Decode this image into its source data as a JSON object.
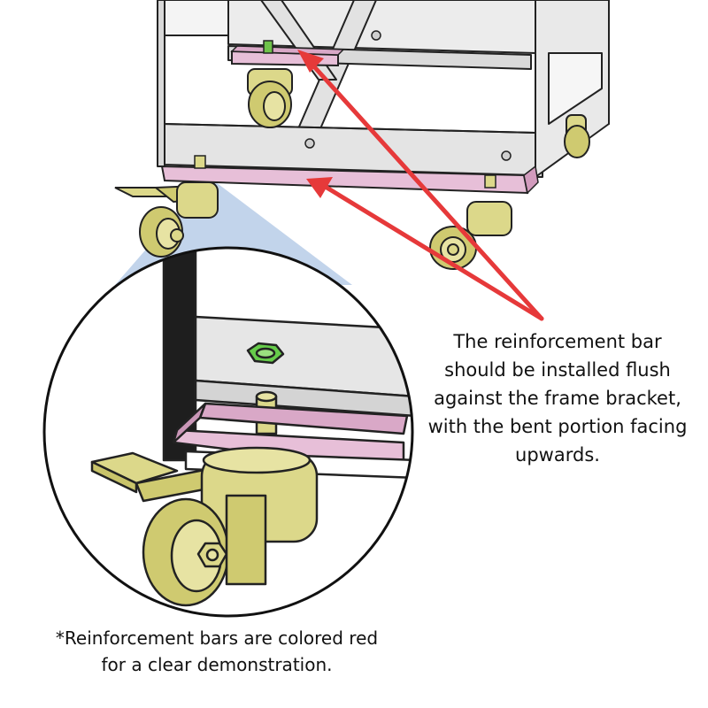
{
  "callout": {
    "lines": [
      "The reinforcement bar",
      "should be installed flush",
      "against the frame bracket,",
      "with the bent portion facing",
      "upwards."
    ]
  },
  "footnote": {
    "lines": [
      "*Reinforcement bars are colored red",
      "for a clear demonstration."
    ]
  },
  "colors": {
    "reinforcement_bar": "#e7bfd8",
    "arrow": "#e6393a",
    "caster": "#dcd88a",
    "nut": "#66cc4a",
    "frame": "#e6e6e6",
    "zoom_highlight": "#b7cde8"
  },
  "icons": {
    "arrows": "red-arrow-icon",
    "caster": "caster-wheel-icon",
    "nut": "hex-nut-icon"
  }
}
